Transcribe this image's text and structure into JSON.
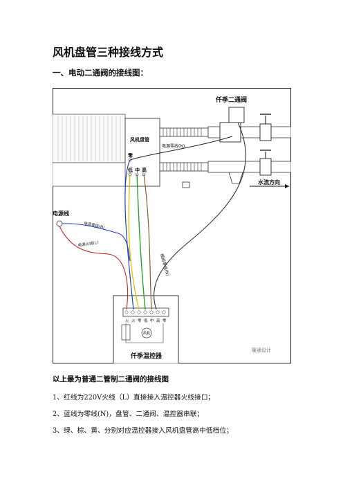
{
  "doc": {
    "title": "风机盘管三种接线方式",
    "section1": "一、电动二通阀的接线图：",
    "caption": "以上最为普通二管制二通阀的接线图",
    "lines": [
      "1、红线为220V火线（L）直接接入温控器火线接口；",
      "2、蓝线为零线(N)，盘管、二通阀、温控器串联；",
      "3、绿、棕、黄、分别对应温控器接入风机盘管高中低档位；"
    ]
  },
  "figure": {
    "valve_label": "仟季二通阀",
    "coil_label": "风机盘管",
    "coil_neutral": "电源零线(N)",
    "zero_label": "零",
    "speed_labels": [
      "低",
      "中",
      "高"
    ],
    "water_flow": "水流方向",
    "power_label": "电源线",
    "power_neutral": "电源零线(N)",
    "power_live": "电源火线(L)",
    "valve_neutral": "接阀零线(N)",
    "thermostat_label": "仟季温控器",
    "terminal_labels": [
      "火",
      "火",
      "零",
      "低",
      "中",
      "高",
      "零"
    ],
    "fan_label": "风机",
    "watermark": "暖通设计"
  }
}
